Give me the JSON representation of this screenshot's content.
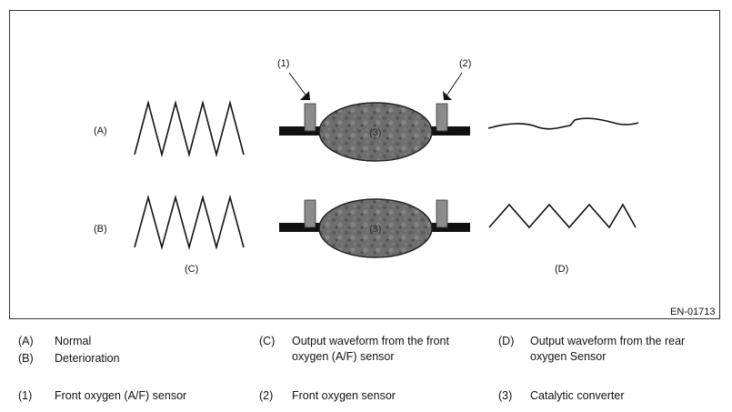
{
  "figure": {
    "code": "EN-01713",
    "row_labels": [
      "(A)",
      "(B)"
    ],
    "column_labels": [
      "(C)",
      "(D)"
    ],
    "part_labels": [
      "(1)",
      "(2)",
      "(3)"
    ]
  },
  "legend": {
    "A": {
      "key": "(A)",
      "text": "Normal"
    },
    "B": {
      "key": "(B)",
      "text": "Deterioration"
    },
    "C": {
      "key": "(C)",
      "line1": "Output waveform from the front",
      "line2": "oxygen (A/F) sensor"
    },
    "D": {
      "key": "(D)",
      "line1": "Output waveform from the rear",
      "line2": "oxygen Sensor"
    },
    "p1": {
      "key": "(1)",
      "text": "Front oxygen (A/F) sensor"
    },
    "p2": {
      "key": "(2)",
      "text": "Front oxygen sensor"
    },
    "p3": {
      "key": "(3)",
      "text": "Catalytic converter"
    }
  },
  "colors": {
    "pipe": "#111111",
    "sensor": "#8c8c8c",
    "converter": "#6e6e6e",
    "line": "#111111"
  }
}
